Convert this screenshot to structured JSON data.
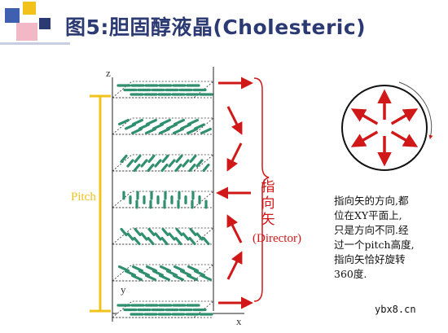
{
  "title": "图5:胆固醇液晶(Cholesteric)",
  "axes": {
    "z": "z",
    "x": "x",
    "y": "y"
  },
  "pitch_label": "Pitch",
  "director_label_cn": [
    "指",
    "向",
    "矢"
  ],
  "director_label_en": "(Director)",
  "description": [
    "指向矢的方向,都",
    "位在XY平面上,",
    "只是方向不同.经",
    "过一个pitch高度,",
    "指向矢恰好旋转",
    "360度."
  ],
  "watermark": "ybx8.cn",
  "colors": {
    "title": "#2b3a73",
    "arrow": "#d01818",
    "pitch": "#f0c21a",
    "molecule": "#2f8f6f"
  },
  "layers_count": 7,
  "director_arrows_sequence": [
    "right",
    "down-right",
    "down-left",
    "left",
    "up-left",
    "up-right",
    "right"
  ]
}
